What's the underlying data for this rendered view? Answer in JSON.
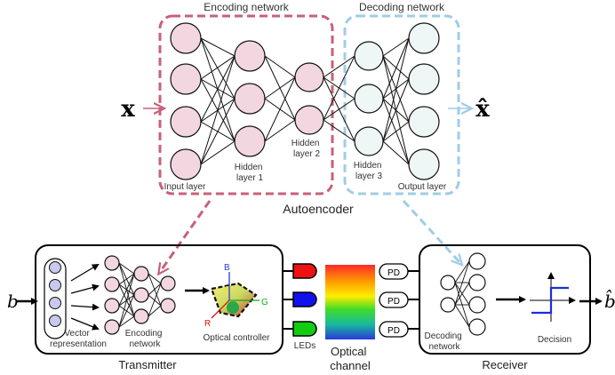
{
  "autoencoder": {
    "encoding_title": "Encoding network",
    "decoding_title": "Decoding network",
    "caption": "Autoencoder",
    "input_symbol": "x",
    "output_symbol": "x̂",
    "input_layer_label": "Input layer",
    "hidden1_label": [
      "Hidden",
      "layer 1"
    ],
    "hidden2_label": [
      "Hidden",
      "layer 2"
    ],
    "hidden3_label": [
      "Hidden",
      "layer 3"
    ],
    "output_layer_label": "Output layer",
    "colors": {
      "encoder": "#c8607a",
      "decoder": "#9fcde6",
      "encoder_node": "#f2d6e0",
      "decoder_node": "#eef6f6"
    }
  },
  "transmitter": {
    "caption": "Transmitter",
    "input_symbol": "b",
    "vector_label": [
      "Vector",
      "representation"
    ],
    "encoding_label": [
      "Encoding",
      "network"
    ],
    "controller_label": "Optical controller",
    "axis_b": "B",
    "axis_g": "G",
    "axis_r": "R"
  },
  "leds": {
    "label": "LEDs",
    "colors": [
      "#ee1111",
      "#1111ee",
      "#11cc11"
    ]
  },
  "channel": {
    "label": [
      "Optical",
      "channel"
    ]
  },
  "receiver": {
    "caption": "Receiver",
    "pd_labels": [
      "PD",
      "PD",
      "PD"
    ],
    "decoding_label": [
      "Decoding",
      "network"
    ],
    "decision_label": "Decision",
    "output_symbol": "b̂"
  }
}
